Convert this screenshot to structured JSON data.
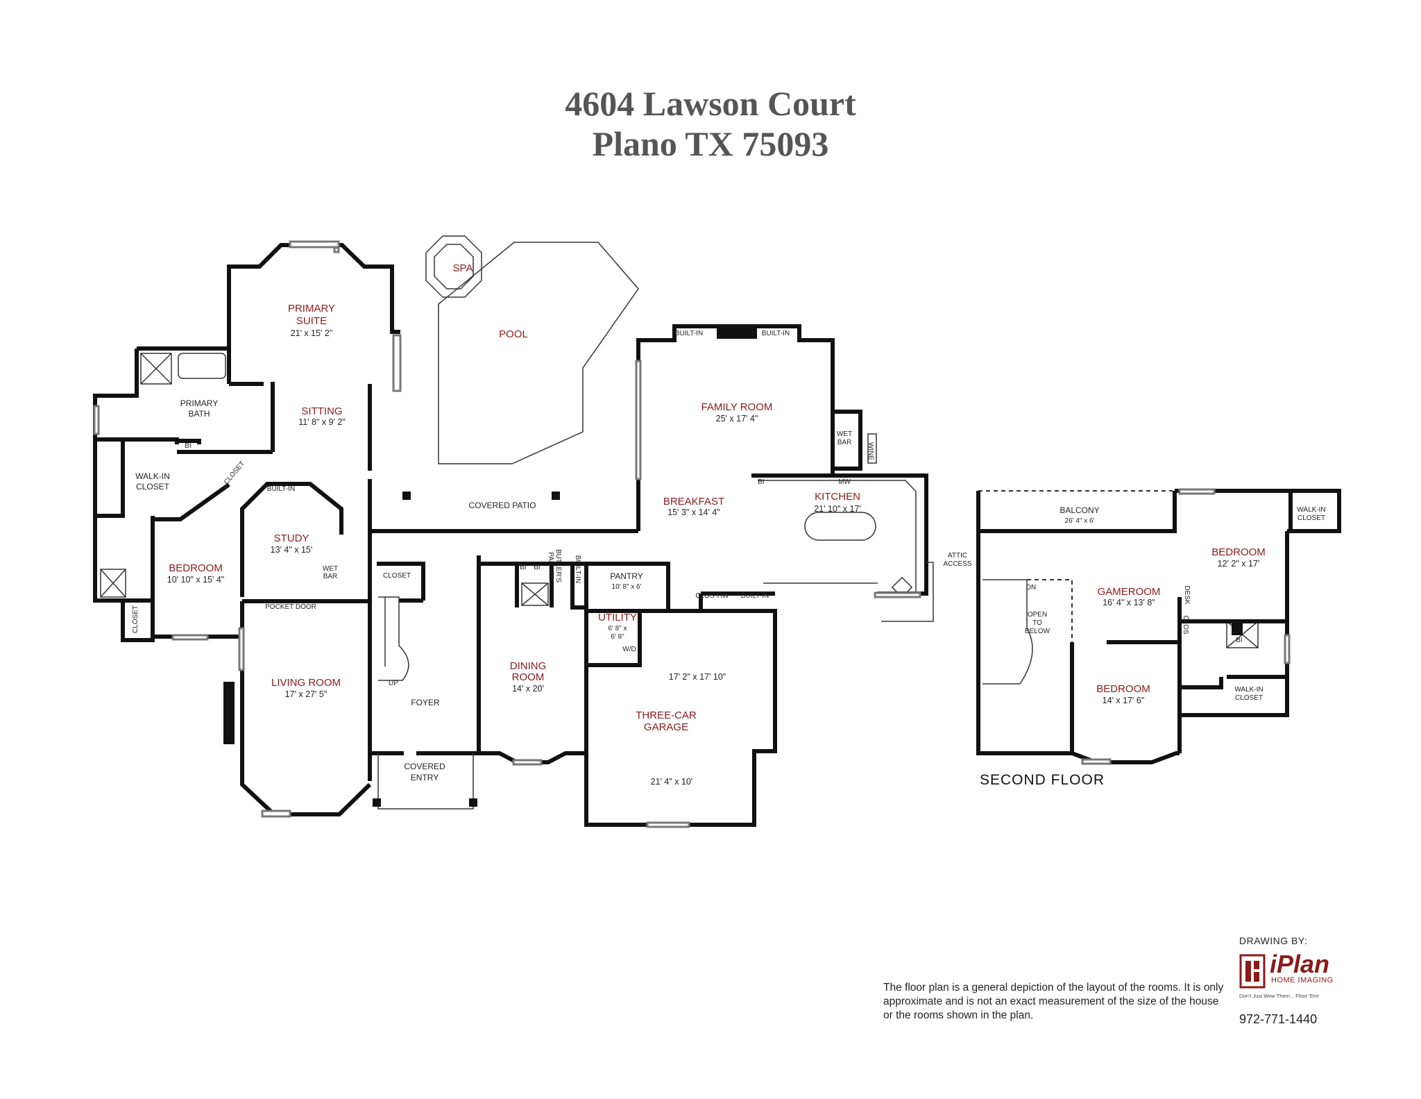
{
  "header": {
    "line1": "4604 Lawson Court",
    "line2": "Plano TX 75093"
  },
  "rooms": {
    "primary_suite": {
      "name_1": "PRIMARY",
      "name_2": "SUITE",
      "dims": "21' x 15' 2\""
    },
    "spa": {
      "name": "SPA"
    },
    "pool": {
      "name": "POOL"
    },
    "primary_bath": {
      "name_1": "PRIMARY",
      "name_2": "BATH",
      "bi": "BI"
    },
    "sitting": {
      "name": "SITTING",
      "dims": "11' 8\" x 9' 2\""
    },
    "walk_in_closet_1": {
      "name_1": "WALK-IN",
      "name_2": "CLOSET"
    },
    "closet_diag": {
      "name": "CLOSET"
    },
    "study": {
      "name": "STUDY",
      "dims": "13' 4\" x 15'",
      "built_in": "BUILT-IN",
      "wet_bar_1": "WET",
      "wet_bar_2": "BAR"
    },
    "bedroom_1": {
      "name": "BEDROOM",
      "dims": "10' 10\" x 15' 4\"",
      "closet": "CLOSET"
    },
    "pocket_door": {
      "name": "POCKET DOOR"
    },
    "living_room": {
      "name": "LIVING ROOM",
      "dims": "17' x 27' 5\""
    },
    "covered_patio": {
      "name": "COVERED PATIO"
    },
    "foyer": {
      "name": "FOYER",
      "closet": "CLOSET",
      "up": "UP"
    },
    "covered_entry": {
      "name_1": "COVERED",
      "name_2": "ENTRY"
    },
    "family_room": {
      "name": "FAMILY ROOM",
      "dims": "25' x 17' 4\"",
      "built_in_left": "BUILT-IN",
      "built_in_right": "BUILT-IN",
      "wet_bar_1": "WET",
      "wet_bar_2": "BAR",
      "wine": "WINE"
    },
    "breakfast": {
      "name": "BREAKFAST",
      "dims": "15' 3\" x 14' 4\""
    },
    "kitchen": {
      "name": "KITCHEN",
      "dims": "21' 10\" x 17'",
      "bi": "BI",
      "mw": "MW",
      "clos": "CLOS",
      "hw": "HW",
      "built_in": "BUILT-IN"
    },
    "pantry": {
      "name": "PANTRY",
      "dims": "10' 8\" x 6'"
    },
    "butlers_pantry": {
      "name_1": "BUTLER'S",
      "name_2": "PANTRY",
      "built_in": "BUILT-IN",
      "bi_1": "BI",
      "bi_2": "BI"
    },
    "utility": {
      "name": "UTILITY",
      "dims_1": "6' 8\" x",
      "dims_2": "6' 8\"",
      "wd": "W/D"
    },
    "dining_room": {
      "name_1": "DINING",
      "name_2": "ROOM",
      "dims": "14' x 20'"
    },
    "garage": {
      "name_1": "THREE-CAR",
      "name_2": "GARAGE",
      "dims_top": "17' 2\" x 17' 10\"",
      "dims_bottom": "21' 4\" x 10'"
    },
    "attic_access": {
      "line1": "ATTIC",
      "line2": "ACCESS"
    },
    "balcony": {
      "name": "BALCONY",
      "dims": "26' 4\" x 6'"
    },
    "walk_in_closet_2": {
      "name_1": "WALK-IN",
      "name_2": "CLOSET"
    },
    "bedroom_2": {
      "name": "BEDROOM",
      "dims": "12' 2\" x 17'"
    },
    "gameroom": {
      "name": "GAMEROOM",
      "dims": "16' 4\" x 13' 8\"",
      "desk": "DESK",
      "clos": "CLOS",
      "bi": "BI"
    },
    "open_to_below": {
      "line1": "OPEN",
      "line2": "TO",
      "line3": "BELOW",
      "dn": "DN"
    },
    "bedroom_3": {
      "name": "BEDROOM",
      "dims": "14' x 17' 6\""
    },
    "walk_in_closet_3": {
      "name_1": "WALK-IN",
      "name_2": "CLOSET"
    }
  },
  "second_floor_label": "SECOND FLOOR",
  "disclaimer": "The floor plan is a general depiction of the layout of the rooms. It is only approximate and is not an exact measurement of the size of the house or the rooms shown in the plan.",
  "credit": {
    "drawing_by": "DRAWING BY:",
    "brand": "iPlan",
    "brand_sub": "HOME IMAGING",
    "tagline": "Don't Just Wow Them... Floor 'Em!",
    "phone": "972-771-1440"
  },
  "colors": {
    "room_name": "#8b1a1a",
    "wall": "#111111",
    "title": "#555555"
  }
}
